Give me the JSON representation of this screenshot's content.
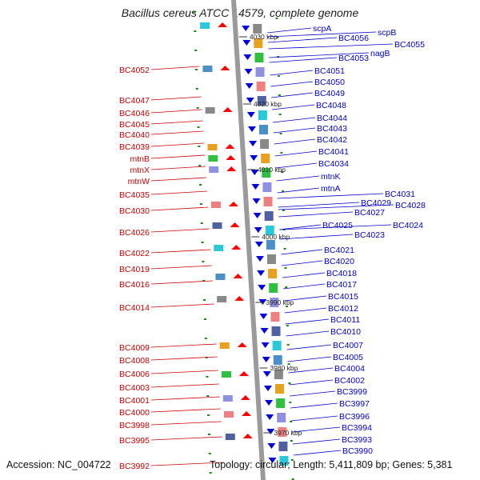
{
  "title": "Bacillus cereus ATCC 14579, complete genome",
  "footer": {
    "accession_label": "Accession: NC_004722",
    "topology_label": "Topology: circular; Length: 5,411,809 bp; Genes: 5,381"
  },
  "colors": {
    "left_label": "#cc0000",
    "right_label": "#0000cc",
    "tick": "#1a8a1a",
    "backbone": "#9a9a9a",
    "minus_gene": "#ff0000",
    "plus_gene": "#0000dd"
  },
  "scale_ticks": [
    {
      "label": "4030 kbp"
    },
    {
      "label": "4020 kbp"
    },
    {
      "label": "4010 kbp"
    },
    {
      "label": "4000 kbp"
    },
    {
      "label": "3990 kbp"
    },
    {
      "label": "3980 kbp"
    },
    {
      "label": "3970 kbp"
    }
  ],
  "left_genes": [
    "BC4052",
    "BC4047",
    "BC4046",
    "BC4045",
    "BC4040",
    "BC4039",
    "mtnB",
    "mtnX",
    "mtnW",
    "BC4035",
    "BC4030",
    "BC4026",
    "BC4022",
    "BC4019",
    "BC4016",
    "BC4014",
    "BC4009",
    "BC4008",
    "BC4006",
    "BC4003",
    "BC4001",
    "BC4000",
    "BC3998",
    "BC3995",
    "BC3992"
  ],
  "right_genes": [
    "scpA",
    "scpB",
    "BC4056",
    "BC4055",
    "nagB",
    "BC4053",
    "BC4051",
    "BC4050",
    "BC4049",
    "BC4048",
    "BC4044",
    "BC4043",
    "BC4042",
    "BC4041",
    "BC4034",
    "mtnK",
    "mtnA",
    "BC4031",
    "BC4029",
    "BC4028",
    "BC4027",
    "BC4025",
    "BC4024",
    "BC4023",
    "BC4021",
    "BC4020",
    "BC4018",
    "BC4017",
    "BC4015",
    "BC4012",
    "BC4011",
    "BC4010",
    "BC4007",
    "BC4005",
    "BC4004",
    "BC4002",
    "BC3999",
    "BC3997",
    "BC3996",
    "BC3994",
    "BC3993",
    "BC3990"
  ]
}
